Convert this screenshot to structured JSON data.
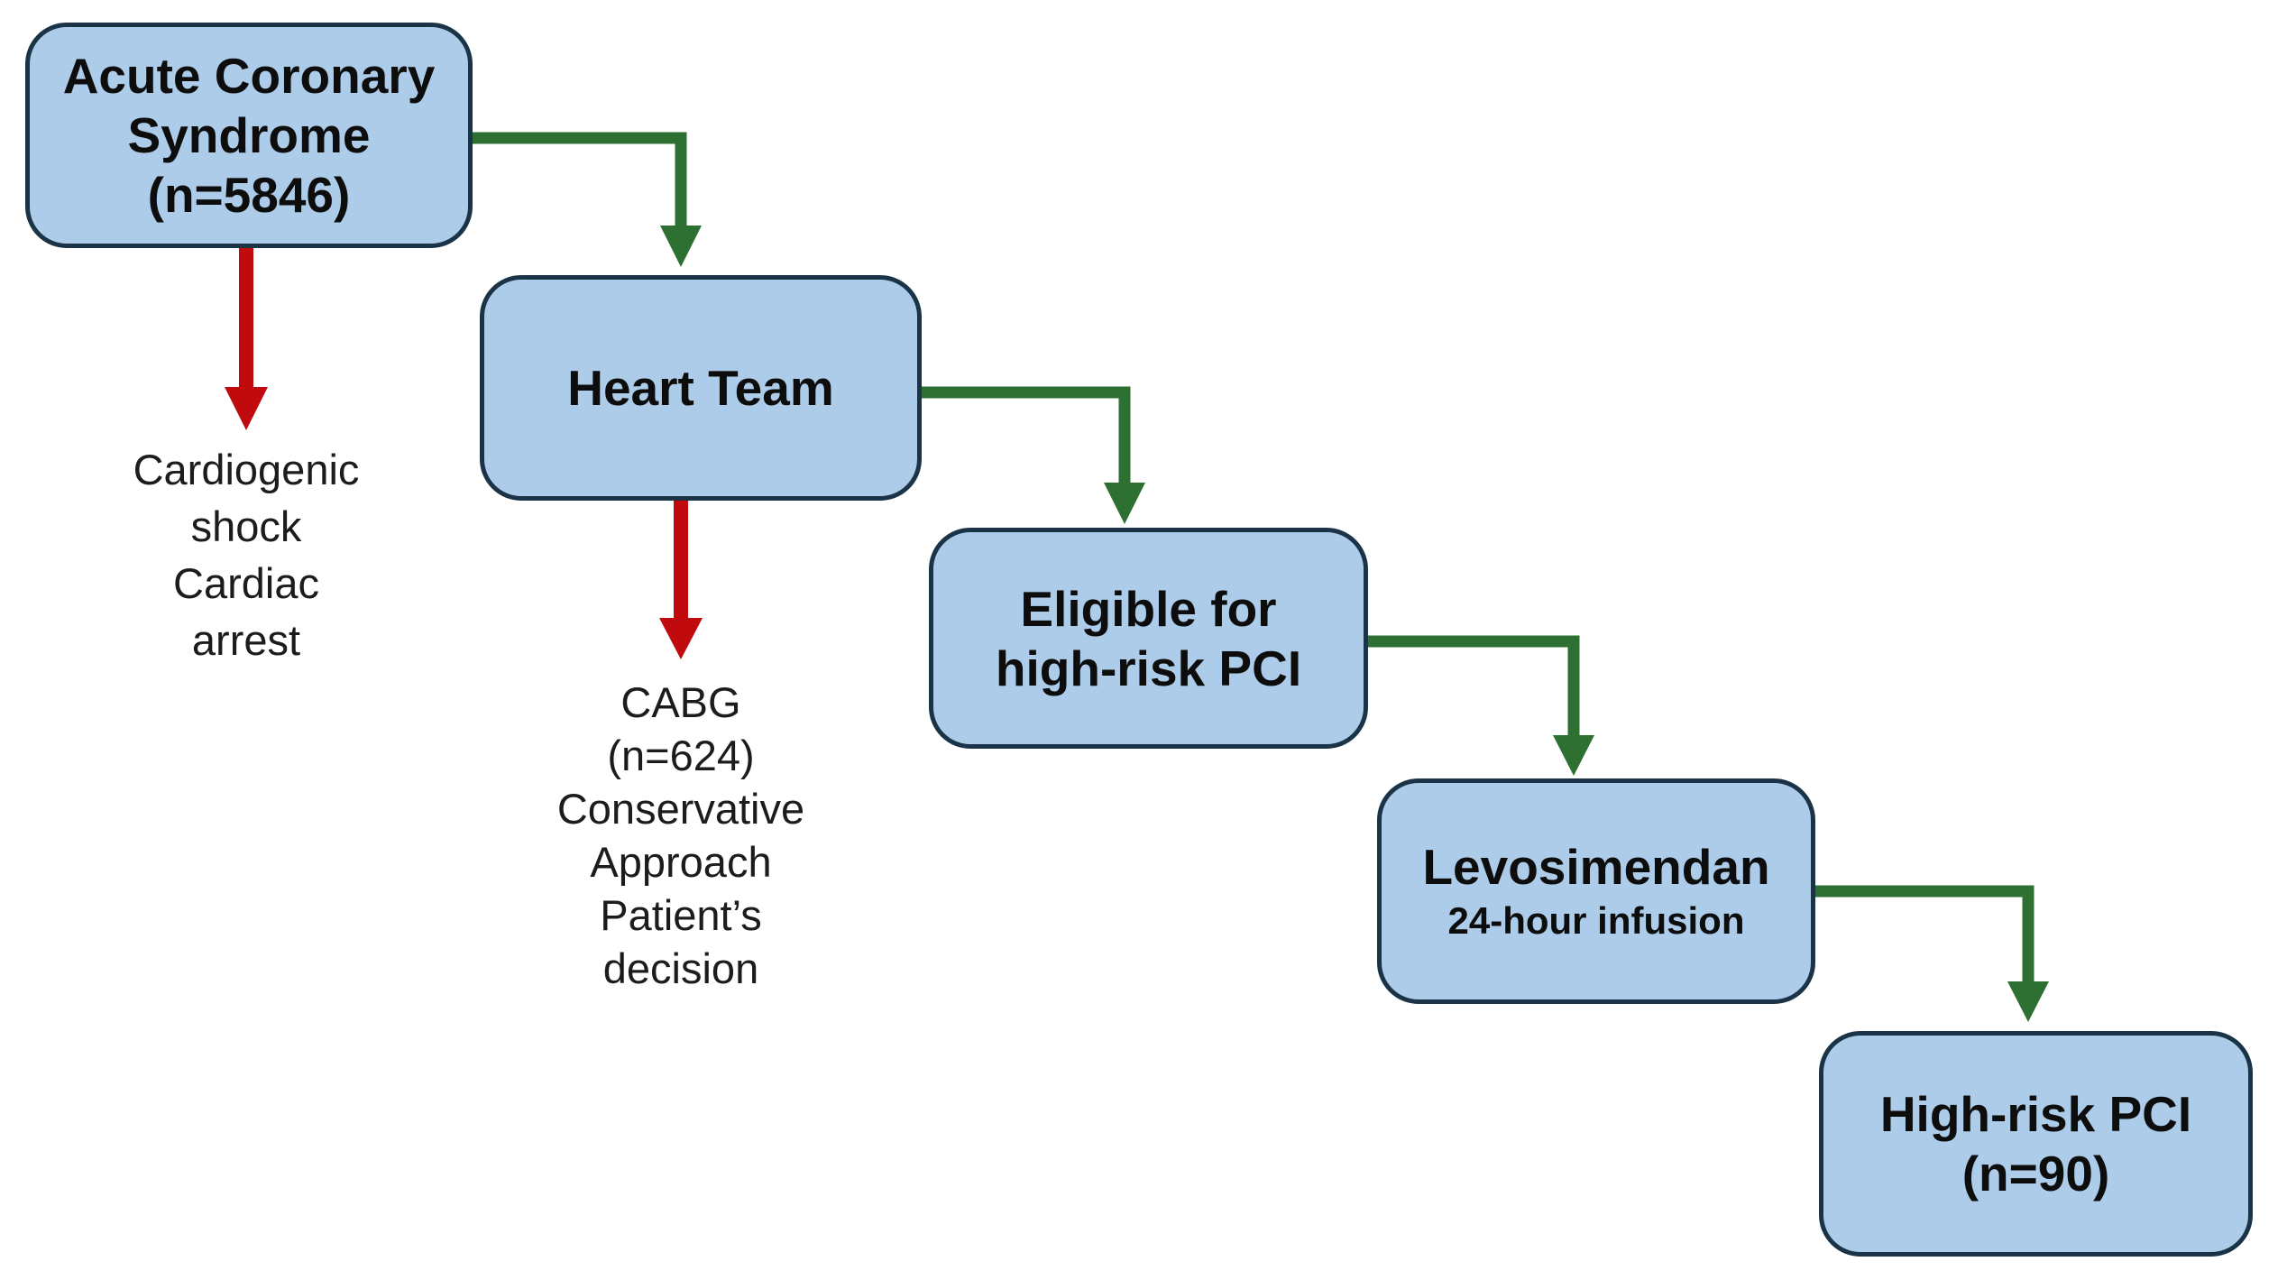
{
  "flow": {
    "colors": {
      "box_fill": "#accce9",
      "box_border": "#1a3347",
      "arrow_green": "#2d7031",
      "arrow_red": "#c00a0e",
      "text": "#0d0d0d",
      "note_text": "#1c1c1c"
    },
    "boxes": [
      {
        "name": "acute-coronary-syndrome",
        "lines": [
          "Acute Coronary",
          "Syndrome",
          "(n=5846)"
        ]
      },
      {
        "name": "heart-team",
        "lines": [
          "Heart Team"
        ]
      },
      {
        "name": "eligible-high-risk-pci",
        "lines": [
          "Eligible for",
          "high-risk PCI"
        ]
      },
      {
        "name": "levosimendan",
        "lines": [
          "Levosimendan"
        ],
        "subtitle": "24-hour infusion"
      },
      {
        "name": "high-risk-pci",
        "lines": [
          "High-risk PCI",
          "(n=90)"
        ]
      }
    ],
    "exclusions": [
      {
        "name": "acs-exclusions",
        "lines": [
          "Cardiogenic",
          "shock",
          "Cardiac",
          "arrest"
        ]
      },
      {
        "name": "heart-team-exclusions",
        "lines": [
          "CABG",
          "(n=624)",
          "Conservative",
          "Approach",
          "Patient’s",
          "decision"
        ]
      }
    ]
  }
}
